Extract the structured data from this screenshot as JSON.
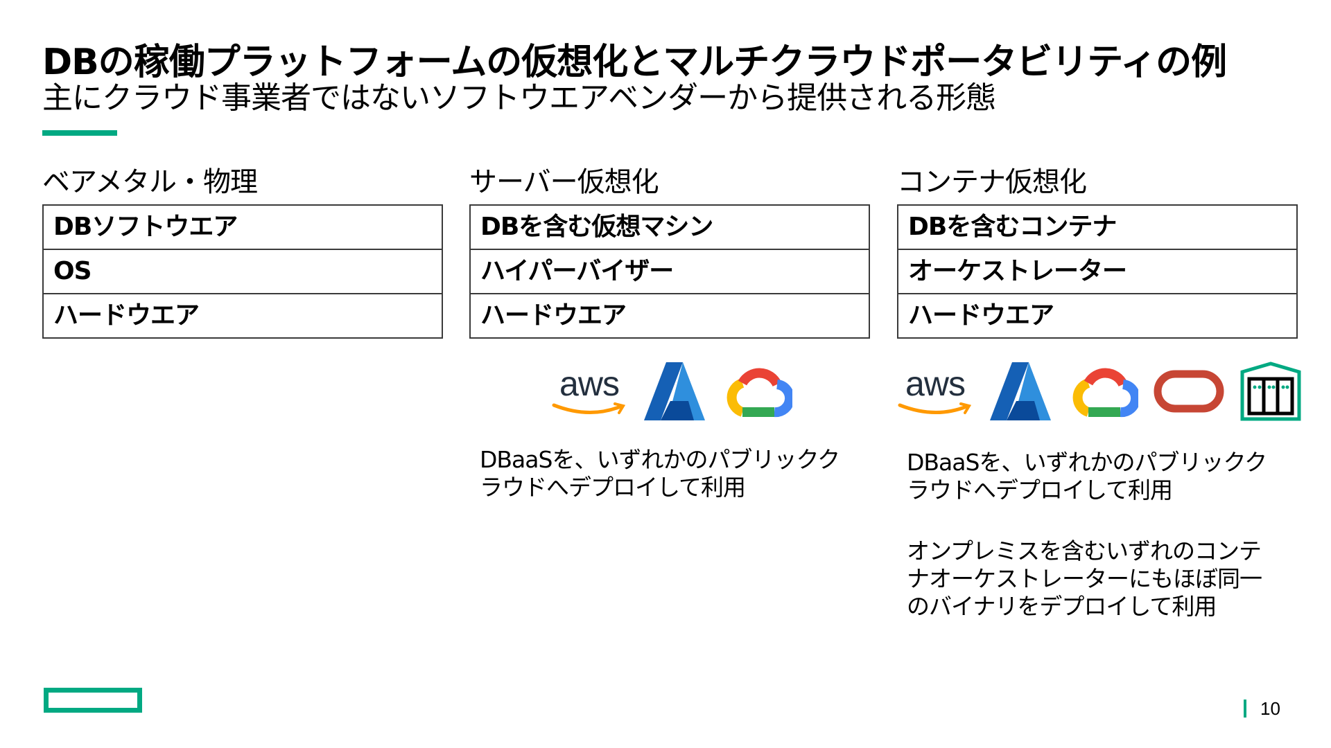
{
  "slide": {
    "title": "DBの稼働プラットフォームの仮想化とマルチクラウドポータビリティの例",
    "subtitle": "主にクラウド事業者ではないソフトウエアベンダーから提供される形態",
    "page_number": "10",
    "accent_color": "#01a982"
  },
  "columns": [
    {
      "heading": "ベアメタル・物理",
      "layers": [
        "DBソフトウエア",
        "OS",
        "ハードウエア"
      ]
    },
    {
      "heading": "サーバー仮想化",
      "layers": [
        "DBを含む仮想マシン",
        "ハイパーバイザー",
        "ハードウエア"
      ],
      "logos": [
        "aws-logo",
        "azure-logo",
        "google-cloud-logo"
      ],
      "aws_text": "aws",
      "notes": [
        [
          "DBaaSを、いずれかのパブリックク",
          "ラウドへデプロイして利用"
        ]
      ]
    },
    {
      "heading": "コンテナ仮想化",
      "layers": [
        "DBを含むコンテナ",
        "オーケストレーター",
        "ハードウエア"
      ],
      "logos": [
        "aws-logo",
        "azure-logo",
        "google-cloud-logo",
        "oracle-logo",
        "on-premises-datacenter-icon"
      ],
      "aws_text": "aws",
      "notes": [
        [
          "DBaaSを、いずれかのパブリックク",
          "ラウドへデプロイして利用"
        ],
        [
          "オンプレミスを含むいずれのコンテ",
          "ナオーケストレーターにもほぼ同一",
          "のバイナリをデプロイして利用"
        ]
      ]
    }
  ]
}
